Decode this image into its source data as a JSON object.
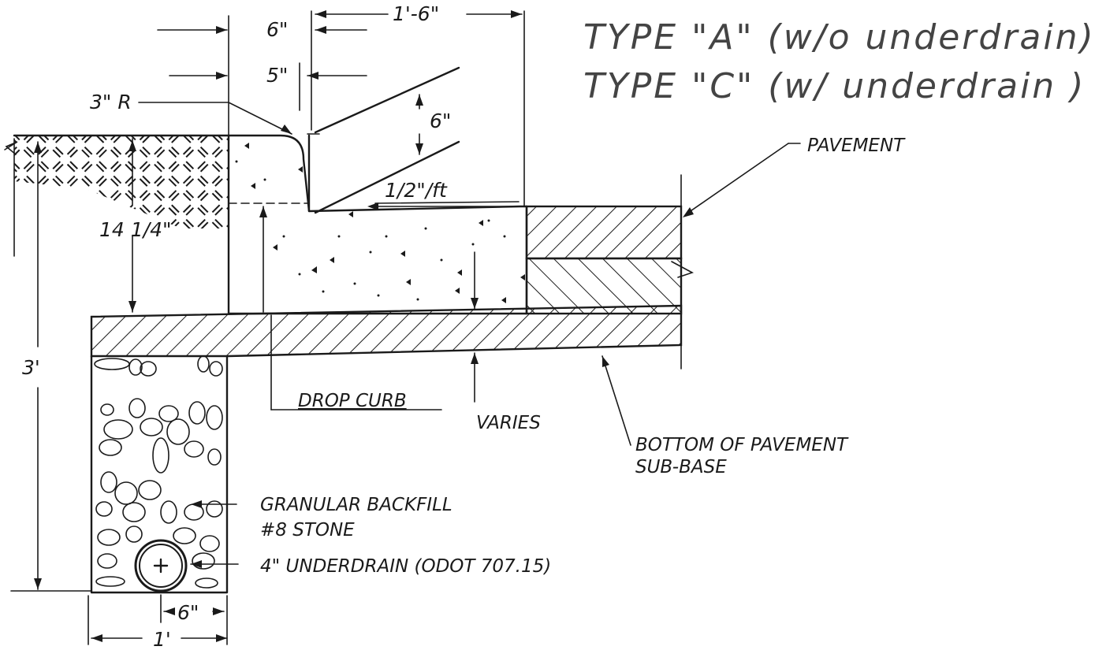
{
  "titles": {
    "type_a": "TYPE \"A\" (w/o underdrain)",
    "type_c": "TYPE \"C\" (w/ underdrain )"
  },
  "dimensions": {
    "top_width": "1'-6\"",
    "six_in_top": "6\"",
    "five_in": "5\"",
    "radius": "3\" R",
    "six_in_face": "6\"",
    "slope": "1/2\"/ft",
    "depth": "14 1/4\"",
    "total_depth": "3'",
    "drain_offset": "6\"",
    "trench_width": "1'"
  },
  "labels": {
    "pavement": "PAVEMENT",
    "drop_curb": "DROP CURB",
    "varies": "VARIES",
    "bottom_subbase_1": "BOTTOM OF PAVEMENT",
    "bottom_subbase_2": "SUB-BASE",
    "backfill_1": "GRANULAR BACKFILL",
    "backfill_2": "#8 STONE",
    "underdrain": "4\" UNDERDRAIN (ODOT 707.15)"
  }
}
